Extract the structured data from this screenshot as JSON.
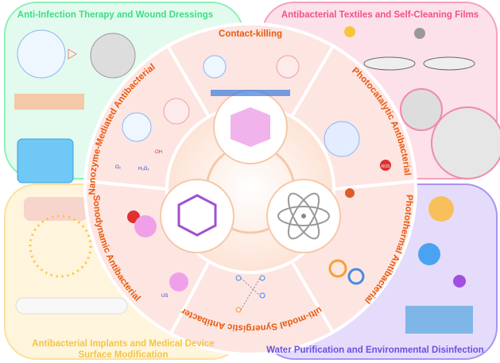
{
  "panels": {
    "top_left": {
      "title": "Anti-Infection Therapy and Wound Dressings",
      "color": "#3ddc84"
    },
    "top_right": {
      "title": "Antibacterial Textiles and Self-Cleaning Films",
      "color": "#f0508a"
    },
    "bottom_left": {
      "title_line1": "Antibacterial Implants and Medical  Device",
      "title_line2": "Surface Modification",
      "color": "#f5c542"
    },
    "bottom_right": {
      "title": "Water Purification and Environmental Disinfection",
      "color": "#6b4fe0"
    }
  },
  "mechanisms": {
    "top": "Contact-killing",
    "upper_left": "Nanozyme-Mediated Antibacterial",
    "upper_right": "Photocatalytic Antibacterial",
    "lower_left": "Sonodynamic Antibacterial",
    "lower_right": "Photothermal Antibacterial",
    "bottom": "Multi-modal Synergistic Antibacterial"
  },
  "labels": {
    "ros": "ROS",
    "us": "US",
    "oh": "·OH",
    "o2": "O₂",
    "h2o2": "H₂O₂"
  },
  "accent": "#e8590c"
}
